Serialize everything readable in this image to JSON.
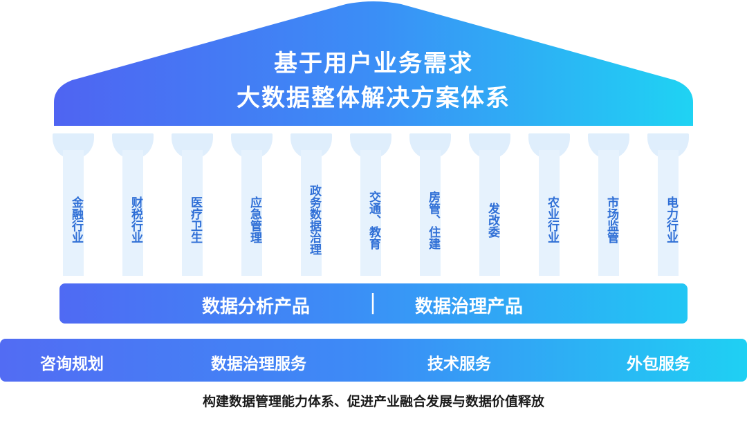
{
  "roof": {
    "title_line1": "基于用户业务需求",
    "title_line2": "大数据整体解决方案体系"
  },
  "columns": [
    {
      "label": "金融行业"
    },
    {
      "label": "财税行业"
    },
    {
      "label": "医疗卫生"
    },
    {
      "label": "应急管理"
    },
    {
      "label": "政务数据治理"
    },
    {
      "label": "交通、教育"
    },
    {
      "label": "房管、住建"
    },
    {
      "label": "发改委"
    },
    {
      "label": "农业行业"
    },
    {
      "label": "市场监管"
    },
    {
      "label": "电力行业"
    }
  ],
  "products": {
    "left": "数据分析产品",
    "separator": "|",
    "right": "数据治理产品"
  },
  "services": [
    {
      "label": "咨询规划"
    },
    {
      "label": "数据治理服务"
    },
    {
      "label": "技术服务"
    },
    {
      "label": "外包服务"
    }
  ],
  "footer": "构建数据管理能力体系、促进产业融合发展与数据价值释放",
  "colors": {
    "gradient_start": "#4f64f2",
    "gradient_end": "#1fd3f3",
    "column_fill": "#e3f0fc",
    "column_text": "#2f6fd6"
  }
}
